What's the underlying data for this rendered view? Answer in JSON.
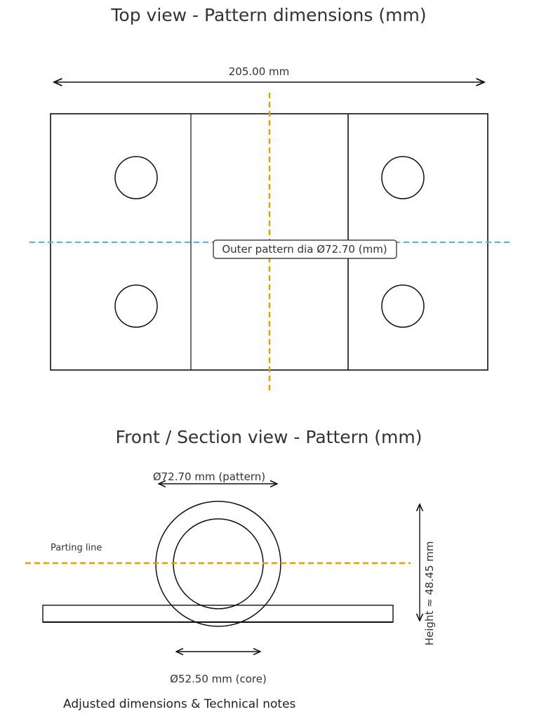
{
  "top_view": {
    "title": "Top view - Pattern dimensions (mm)",
    "width_dim": "205.00 mm",
    "center_label": "Outer pattern dia Ø72.70 (mm)"
  },
  "front_view": {
    "title": "Front / Section view - Pattern (mm)",
    "outer_dim": "Ø72.70 mm (pattern)",
    "parting_line_label": "Parting line",
    "height_dim": "Height ≈ 48.45 mm",
    "core_dim": "Ø52.50 mm (core)"
  },
  "notes_heading": "Adjusted dimensions & Technical notes",
  "colors": {
    "line": "#111111",
    "parting_line": "#E69F00",
    "horizontal_axis": "#56B4E9",
    "text": "#333333"
  }
}
